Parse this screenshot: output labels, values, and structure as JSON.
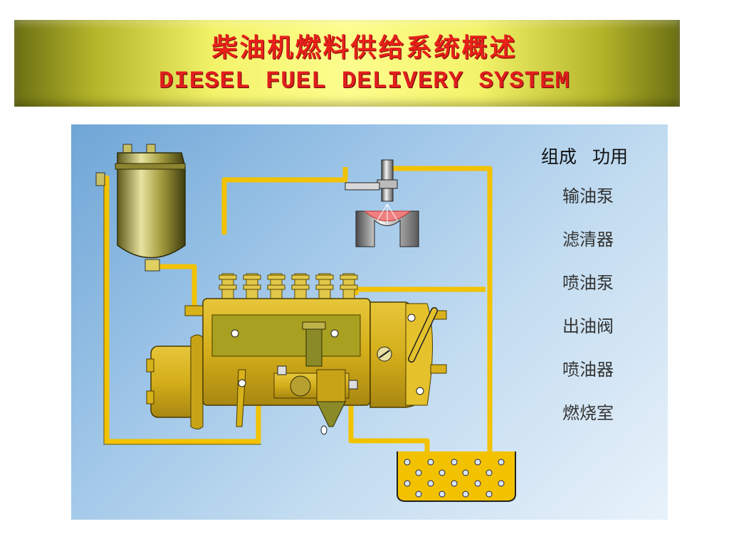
{
  "header": {
    "title_cn": "柴油机燃料供给系统概述",
    "title_en": "DIESEL FUEL DELIVERY SYSTEM"
  },
  "legend": {
    "col1": "组成",
    "col2": "功用",
    "items": [
      "输油泵",
      "滤清器",
      "喷油泵",
      "出油阀",
      "喷油器",
      "燃烧室"
    ]
  },
  "colors": {
    "fuel_line": "#f2c200",
    "pump_body": "#d8b21a",
    "filter": "#9a8f2e",
    "banner_text": "#e8201a"
  }
}
